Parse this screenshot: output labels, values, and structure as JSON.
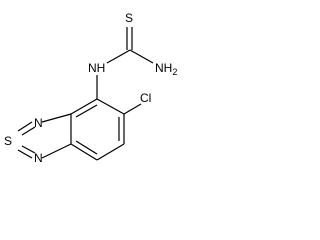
{
  "molecule": {
    "atoms": {
      "thione_s": "S",
      "amine": "NH2",
      "imine_nh": "NH",
      "chlorine": "Cl",
      "ring_n_top": "N",
      "ring_s": "S",
      "ring_n_bottom": "N"
    }
  },
  "colors": {
    "bond": "#000000",
    "label": "#000000",
    "background": "#ffffff"
  }
}
